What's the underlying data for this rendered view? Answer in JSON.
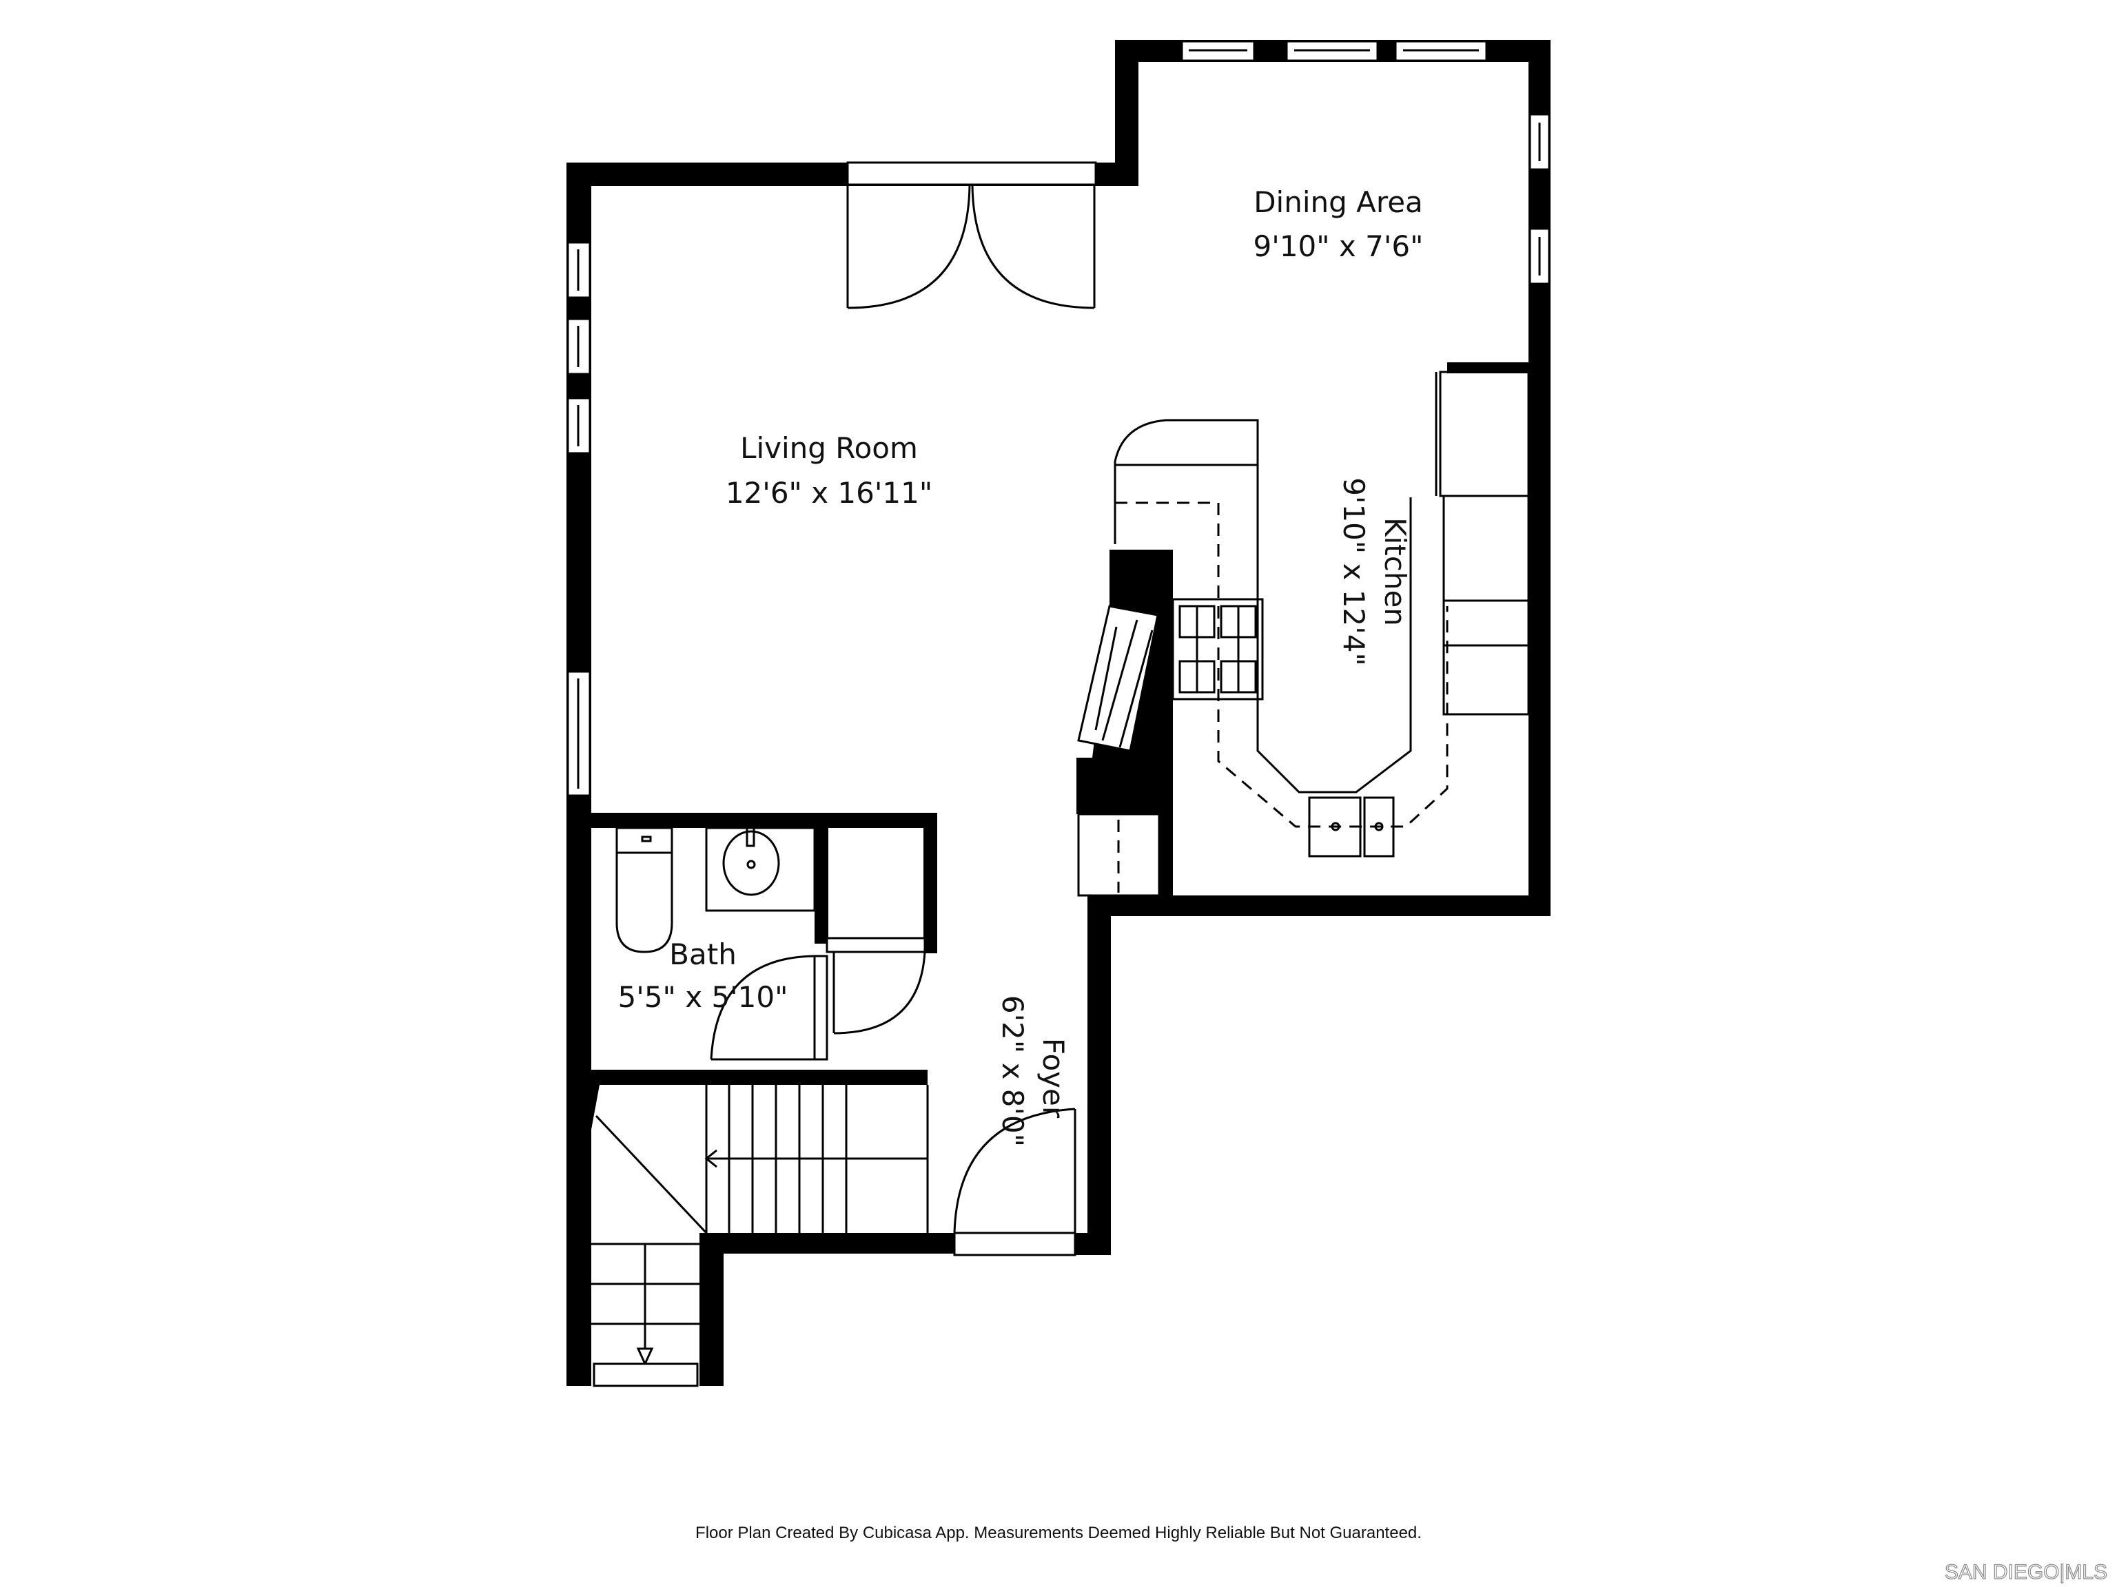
{
  "floor_plan": {
    "rooms": [
      {
        "name": "Dining Area",
        "dimensions": "9'10\" x 7'6\""
      },
      {
        "name": "Living Room",
        "dimensions": "12'6\" x 16'11\""
      },
      {
        "name": "Kitchen",
        "dimensions": "9'10\" x 12'4\""
      },
      {
        "name": "Bath",
        "dimensions": "5'5\" x 5'10\""
      },
      {
        "name": "Foyer",
        "dimensions": "6'2\" x 8'0\""
      }
    ],
    "colors": {
      "wall": "#000000",
      "background": "#ffffff",
      "logo_outline": "#8a8a8a"
    }
  },
  "footer": {
    "disclaimer": "Floor Plan Created By Cubicasa App. Measurements Deemed Highly Reliable But Not Guaranteed."
  },
  "logo": {
    "text": "SAN DIEGO|MLS"
  }
}
